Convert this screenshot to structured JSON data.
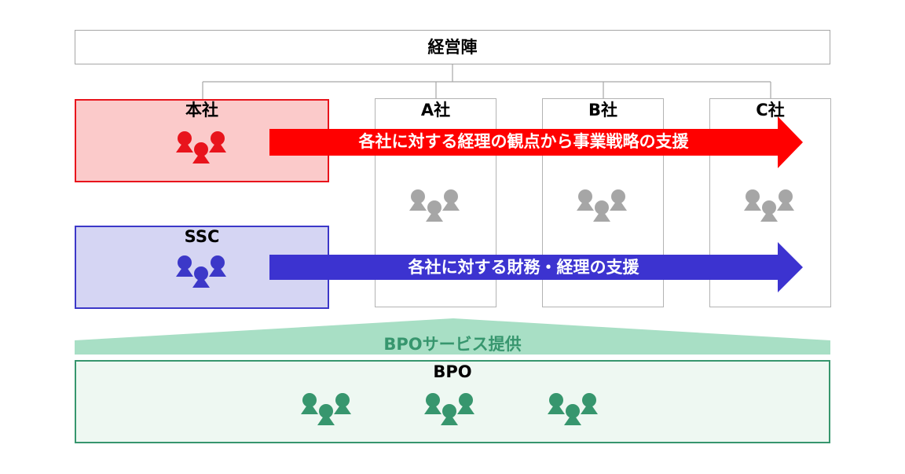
{
  "executive": {
    "label": "経営陣"
  },
  "headquarters": {
    "label": "本社"
  },
  "ssc": {
    "label": "SSC"
  },
  "companies": [
    {
      "label": "A社"
    },
    {
      "label": "B社"
    },
    {
      "label": "C社"
    }
  ],
  "arrows": {
    "strategy_support": "各社に対する経理の観点から事業戦略の支援",
    "finance_support": "各社に対する財務・経理の支援"
  },
  "bpo_service": {
    "label": "BPOサービス提供"
  },
  "bpo": {
    "label": "BPO"
  },
  "colors": {
    "headquarters": "#e8141c",
    "ssc": "#3c38c8",
    "company": "#a6a6a6",
    "bpo": "#37966e",
    "bpo_band": "#a8dfc5",
    "red_arrow": "#ff0000",
    "blue_arrow": "#3c33d0"
  },
  "icons": {
    "people": "people-group-icon"
  }
}
